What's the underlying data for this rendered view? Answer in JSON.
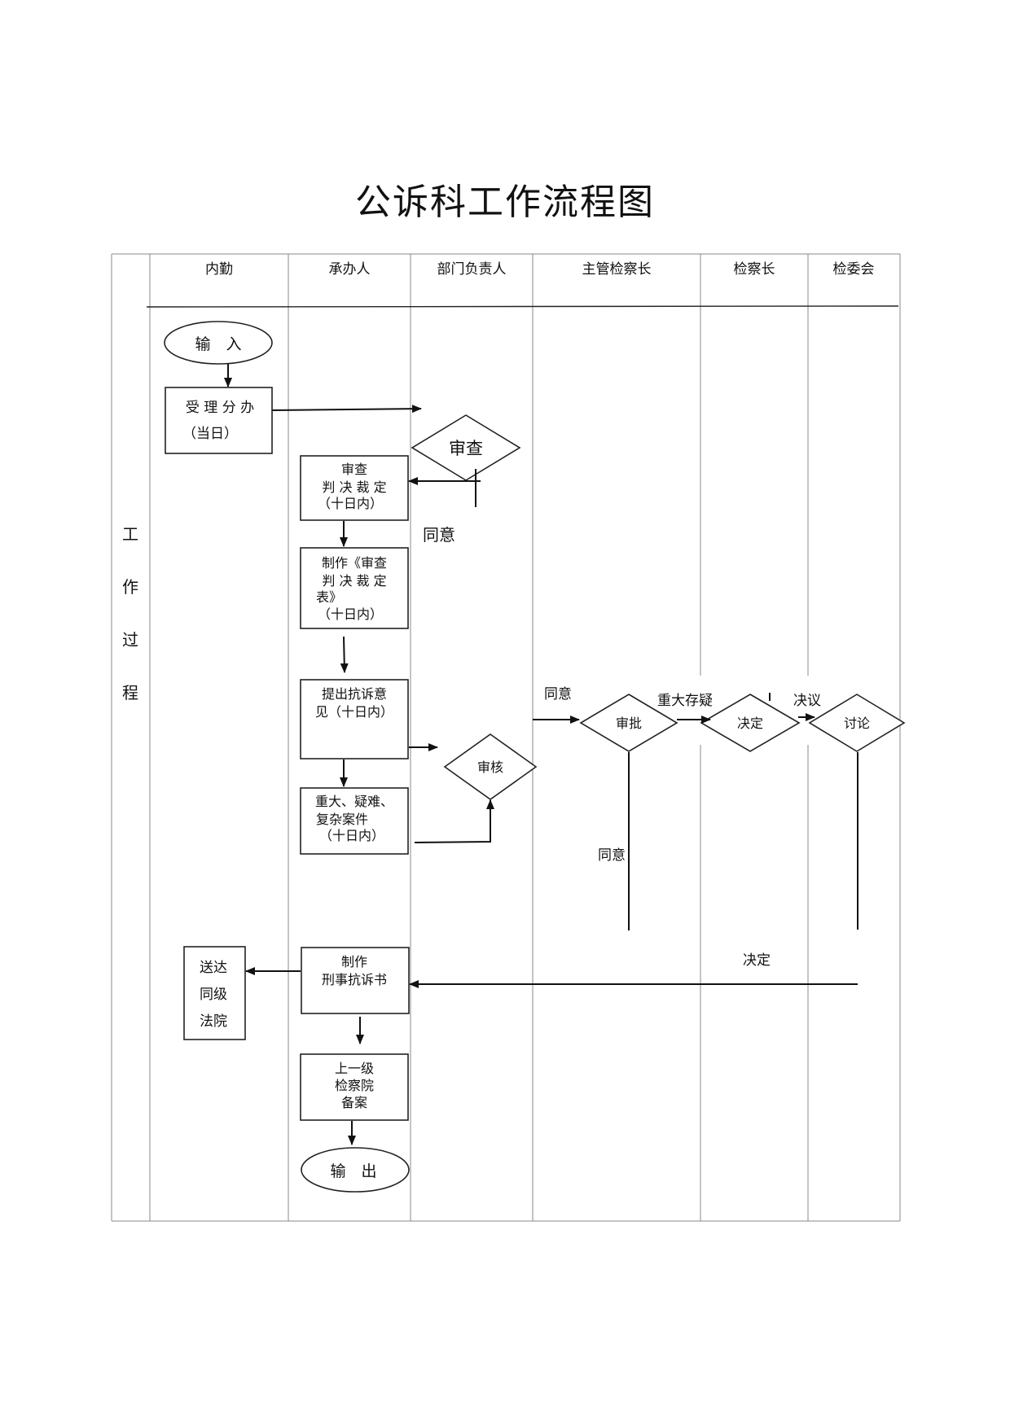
{
  "title": "公诉科工作流程图",
  "row_label": [
    "工",
    "作",
    "过",
    "程"
  ],
  "lanes": {
    "neiqin": "内勤",
    "chengbanren": "承办人",
    "bumen": "部门负责人",
    "zhuguan": "主管检察长",
    "jianchazhang": "检察长",
    "jianweihui": "检委会"
  },
  "nodes": {
    "input": "输　入",
    "accept": [
      "受 理 分 办",
      "（当日）"
    ],
    "review_decision": "审查",
    "examine": [
      "审查",
      "判 决 裁 定",
      "（十日内）"
    ],
    "make_table": [
      "制作《审查",
      "判 决 裁 定",
      "表》",
      "（十日内）"
    ],
    "propose": [
      "提出抗诉意",
      "见（十日内）"
    ],
    "major_cases": [
      "重大、疑难、",
      "复杂案件",
      "（十日内）"
    ],
    "audit": "审核",
    "approve": "审批",
    "decide": "决定",
    "discuss": "讨论",
    "make_indictment": [
      "制作",
      "刑事抗诉书"
    ],
    "deliver": [
      "送达",
      "同级",
      "法院"
    ],
    "file_upper": [
      "上一级",
      "检察院",
      "备案"
    ],
    "output": "输　出"
  },
  "labels": {
    "agree_1": "同意",
    "agree_2": "同意",
    "agree_3": "同意",
    "major_doubt": "重大存疑",
    "resolution": "决议",
    "decision": "决定"
  }
}
